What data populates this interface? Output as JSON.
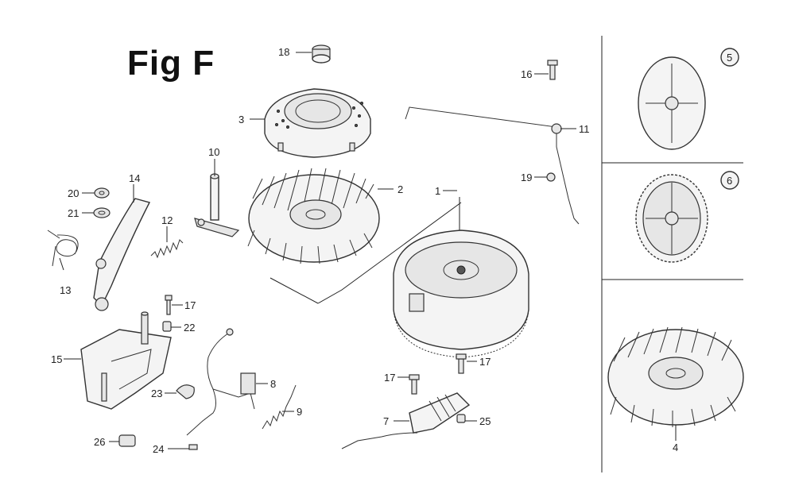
{
  "figure": {
    "title": "Fig F"
  },
  "callouts": [
    "1",
    "2",
    "3",
    "4",
    "5",
    "6",
    "7",
    "8",
    "9",
    "10",
    "11",
    "12",
    "13",
    "14",
    "15",
    "16",
    "17",
    "17",
    "17",
    "18",
    "19",
    "20",
    "21",
    "22",
    "23",
    "24",
    "25",
    "26"
  ]
}
